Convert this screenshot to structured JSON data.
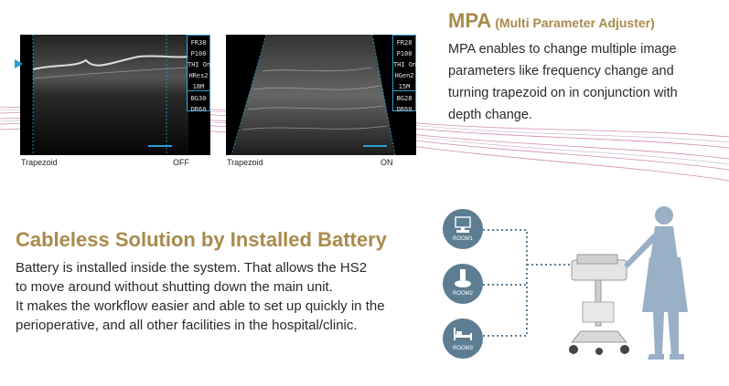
{
  "mpa": {
    "title": "MPA",
    "subtitle": "(Multi Parameter Adjuster)",
    "lines": [
      "MPA enables to change multiple image",
      "parameters like frequency change and",
      "turning trapezoid on in conjunction with",
      "depth change."
    ]
  },
  "images": [
    {
      "caption_left": "Trapezoid",
      "caption_right": "OFF",
      "params": [
        "FR38",
        "P100",
        "THI On",
        "HRes2",
        "18M",
        "BG30",
        "DR60"
      ]
    },
    {
      "caption_left": "Trapezoid",
      "caption_right": "ON",
      "params": [
        "FR28",
        "P100",
        "THI On",
        "HGen2",
        "15M",
        "BG28",
        "DR60"
      ]
    }
  ],
  "cableless": {
    "title": "Cableless Solution by Installed Battery",
    "lines": [
      "Battery is installed inside the system. That allows the HS2",
      "to move around without shutting down the main unit.",
      "It makes the workflow easier and able to set up quickly  in the",
      "perioperative, and all other facilities in the hospital/clinic."
    ]
  },
  "rooms": [
    {
      "label": "ROOM1",
      "icon": "computer-icon"
    },
    {
      "label": "ROOM2",
      "icon": "surgical-light-icon"
    },
    {
      "label": "ROOM3",
      "icon": "hospital-bed-icon"
    }
  ],
  "colors": {
    "heading": "#a98a4a",
    "accent_blue": "#2a9fd6",
    "room_circle": "#5d7d93",
    "wave": "#b0306e"
  }
}
